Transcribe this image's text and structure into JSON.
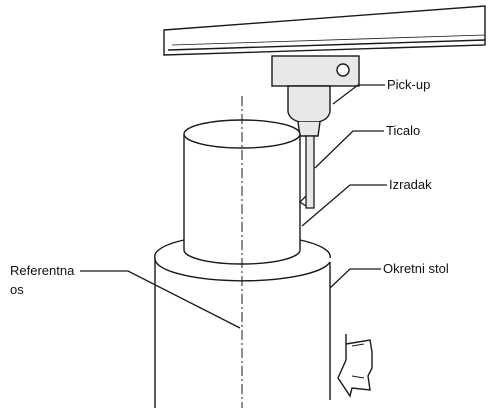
{
  "labels": {
    "pickup": "Pick-up",
    "ticalo": "Ticalo",
    "izradak": "Izradak",
    "okretni_stol": "Okretni stol",
    "referentna_line1": "Referentna",
    "referentna_line2": "os"
  },
  "colors": {
    "stroke": "#1a1a1a",
    "shade": "#e8e8e8",
    "fill": "#ffffff"
  }
}
